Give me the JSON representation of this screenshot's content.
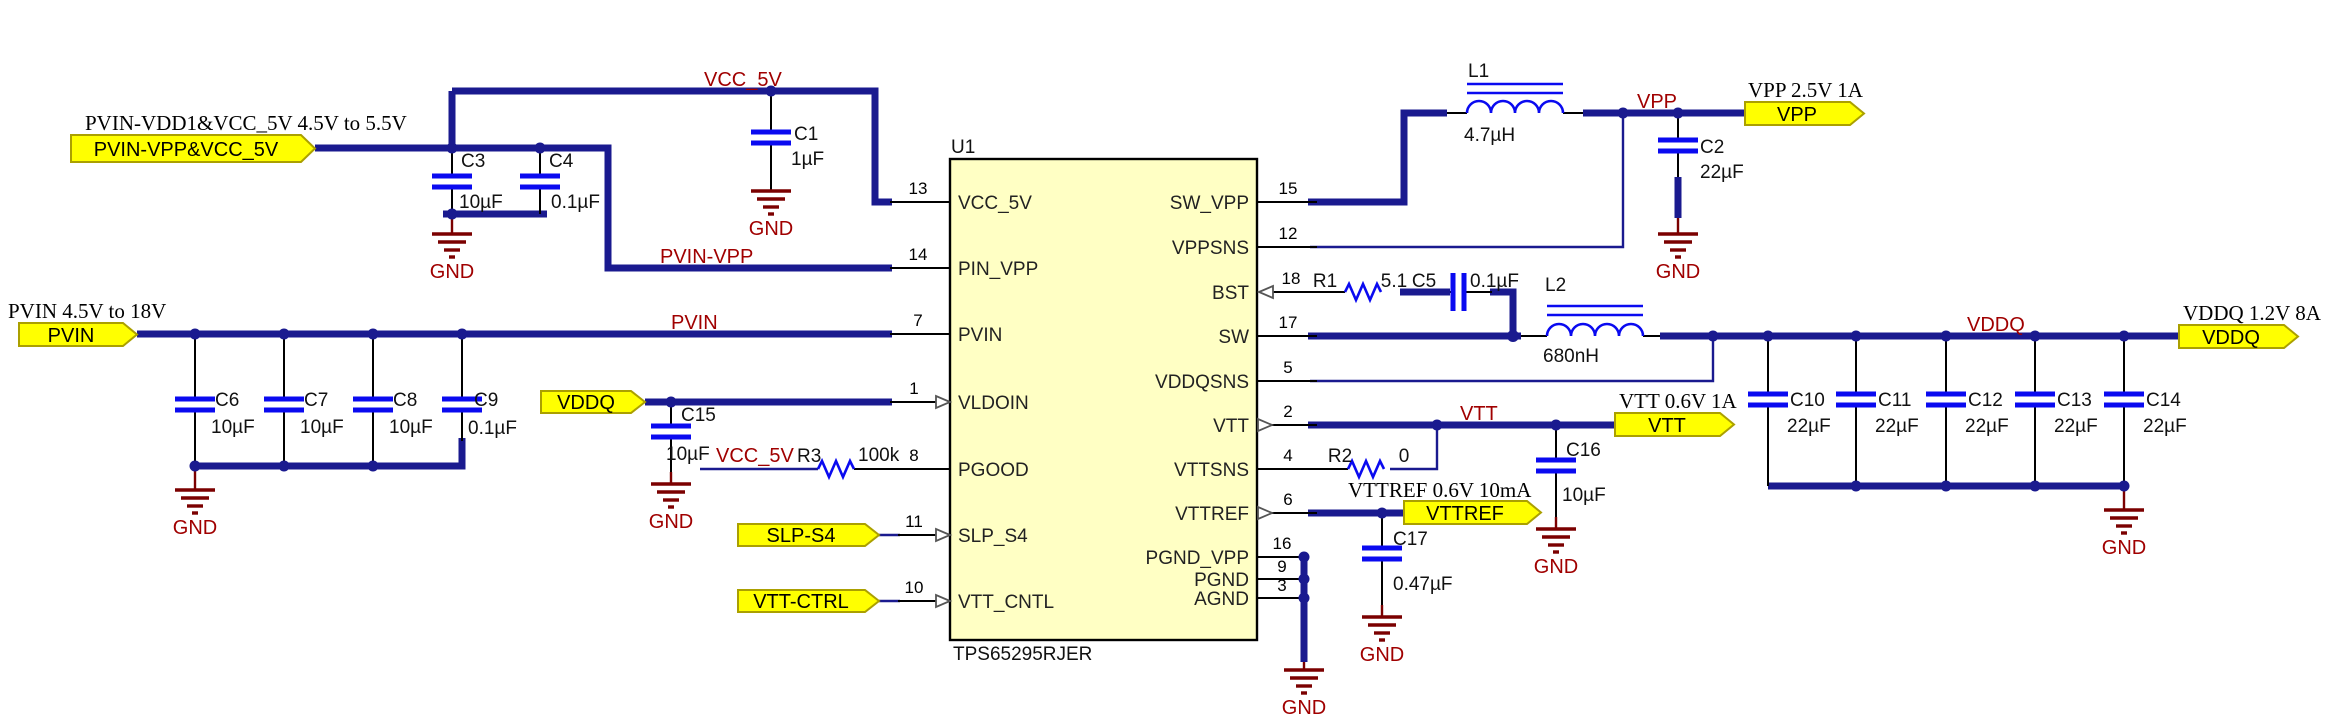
{
  "ic": {
    "refdes": "U1",
    "part": "TPS65295RJER",
    "left_pins": [
      {
        "num": "13",
        "name": "VCC_5V"
      },
      {
        "num": "14",
        "name": "PIN_VPP"
      },
      {
        "num": "7",
        "name": "PVIN"
      },
      {
        "num": "1",
        "name": "VLDOIN"
      },
      {
        "num": "8",
        "name": "PGOOD"
      },
      {
        "num": "11",
        "name": "SLP_S4"
      },
      {
        "num": "10",
        "name": "VTT_CNTL"
      }
    ],
    "right_pins": [
      {
        "num": "15",
        "name": "SW_VPP"
      },
      {
        "num": "12",
        "name": "VPPSNS"
      },
      {
        "num": "18",
        "name": "BST"
      },
      {
        "num": "17",
        "name": "SW"
      },
      {
        "num": "5",
        "name": "VDDQSNS"
      },
      {
        "num": "2",
        "name": "VTT"
      },
      {
        "num": "4",
        "name": "VTTSNS"
      },
      {
        "num": "6",
        "name": "VTTREF"
      },
      {
        "num": "16",
        "name": "PGND_VPP"
      },
      {
        "num": "9",
        "name": "PGND"
      },
      {
        "num": "3",
        "name": "AGND"
      }
    ]
  },
  "flags": {
    "pvin_vpp_vcc5v": "PVIN-VPP&VCC_5V",
    "pvin": "PVIN",
    "vddq_in": "VDDQ",
    "slp_s4": "SLP-S4",
    "vtt_ctrl": "VTT-CTRL",
    "vpp": "VPP",
    "vddq_out": "VDDQ",
    "vtt": "VTT",
    "vttref": "VTTREF"
  },
  "annotations": {
    "input_5v": "PVIN-VDD1&VCC_5V 4.5V to 5.5V",
    "pvin_range": "PVIN 4.5V to 18V",
    "vpp_rating": "VPP 2.5V 1A",
    "vddq_rating": "VDDQ 1.2V 8A",
    "vtt_rating": "VTT 0.6V 1A",
    "vttref_rating": "VTTREF 0.6V 10mA"
  },
  "net_labels": {
    "vcc_5v": "VCC_5V",
    "pvin_vpp": "PVIN-VPP",
    "pvin": "PVIN",
    "vcc_5v_pgood": "VCC_5V",
    "vpp": "VPP",
    "vtt": "VTT",
    "vddq": "VDDQ"
  },
  "gnd": "GND",
  "components": {
    "c1": {
      "ref": "C1",
      "value": "1µF"
    },
    "c2": {
      "ref": "C2",
      "value": "22µF"
    },
    "c3": {
      "ref": "C3",
      "value": "10µF"
    },
    "c4": {
      "ref": "C4",
      "value": "0.1µF"
    },
    "c5": {
      "ref": "C5",
      "value": "0.1µF"
    },
    "c6": {
      "ref": "C6",
      "value": "10µF"
    },
    "c7": {
      "ref": "C7",
      "value": "10µF"
    },
    "c8": {
      "ref": "C8",
      "value": "10µF"
    },
    "c9": {
      "ref": "C9",
      "value": "0.1µF"
    },
    "c10": {
      "ref": "C10",
      "value": "22µF"
    },
    "c11": {
      "ref": "C11",
      "value": "22µF"
    },
    "c12": {
      "ref": "C12",
      "value": "22µF"
    },
    "c13": {
      "ref": "C13",
      "value": "22µF"
    },
    "c14": {
      "ref": "C14",
      "value": "22µF"
    },
    "c15": {
      "ref": "C15",
      "value": "10µF"
    },
    "c16": {
      "ref": "C16",
      "value": "10µF"
    },
    "c17": {
      "ref": "C17",
      "value": "0.47µF"
    },
    "r1": {
      "ref": "R1",
      "value": "5.1"
    },
    "r2": {
      "ref": "R2",
      "value": "0"
    },
    "r3": {
      "ref": "R3",
      "value": "100k"
    },
    "l1": {
      "ref": "L1",
      "value": "4.7µH"
    },
    "l2": {
      "ref": "L2",
      "value": "680nH"
    }
  },
  "colors": {
    "wire": "#1A1A8F",
    "component": "#0A0AF0",
    "ground_symbol": "#7B0000",
    "net_label": "#A00000",
    "ic_fill": "#FFFFC4",
    "flag_fill": "#FFFF00",
    "flag_border": "#ABA000"
  }
}
